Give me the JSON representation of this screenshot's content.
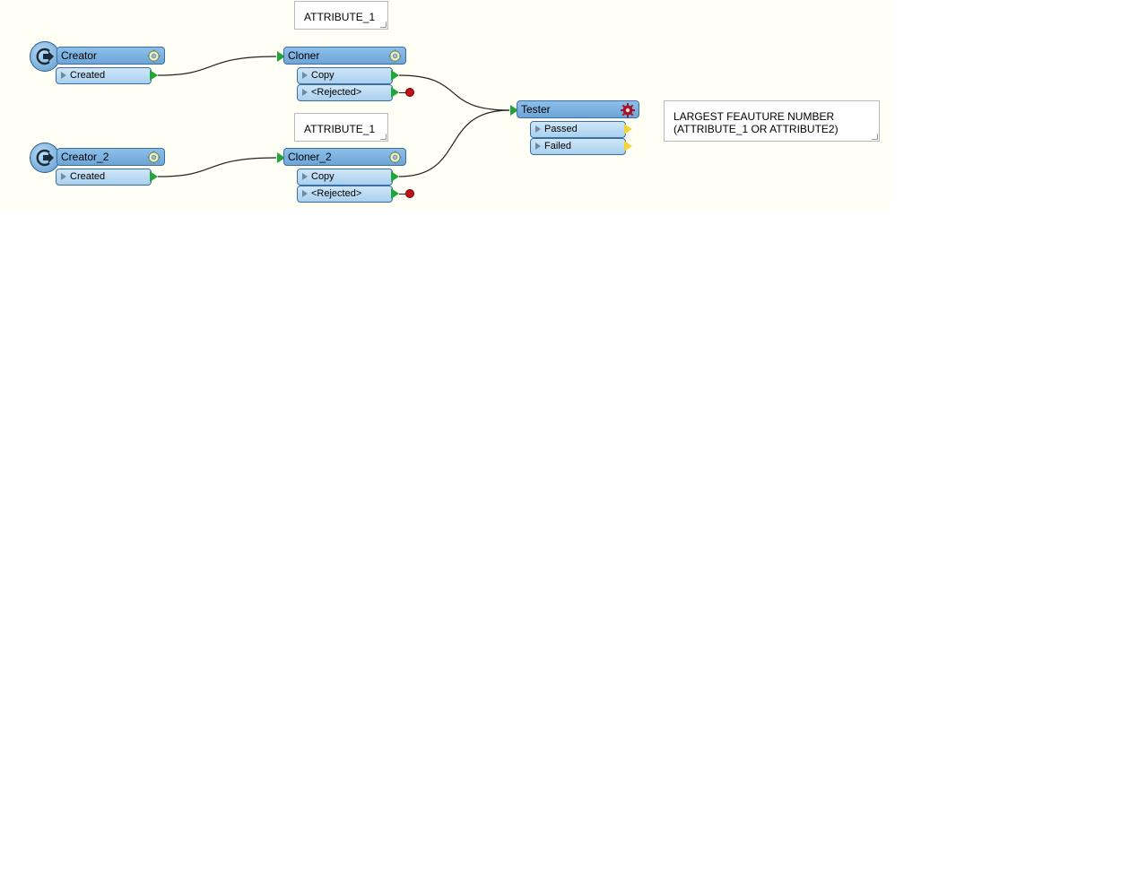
{
  "annotations": [
    {
      "id": "annotation-attr1-top",
      "text": "ATTRIBUTE_1"
    },
    {
      "id": "annotation-attr1-bottom",
      "text": "ATTRIBUTE_1"
    },
    {
      "id": "annotation-largest",
      "text": "LARGEST FEAUTURE NUMBER\n(ATTRIBUTE_1 OR ATTRIBUTE2)"
    }
  ],
  "nodes": {
    "creator": {
      "title": "Creator",
      "ports": [
        "Created"
      ]
    },
    "creator_2": {
      "title": "Creator_2",
      "ports": [
        "Created"
      ]
    },
    "cloner": {
      "title": "Cloner",
      "ports": [
        "Copy",
        "<Rejected>"
      ]
    },
    "cloner_2": {
      "title": "Cloner_2",
      "ports": [
        "Copy",
        "<Rejected>"
      ]
    },
    "tester": {
      "title": "Tester",
      "ports": [
        "Passed",
        "Failed"
      ]
    }
  },
  "colors": {
    "canvas": "#fffff6",
    "node_header": "#7fb3e3",
    "port": "#bcdcf4",
    "output_port": "#21a53a",
    "tester_output": "#f2d338",
    "rejected": "#c0101a",
    "tester_gear": "#a3142a"
  },
  "icons": {
    "creator": "creator-icon",
    "settings": "gear-icon",
    "tester_settings": "red-gear-icon"
  }
}
